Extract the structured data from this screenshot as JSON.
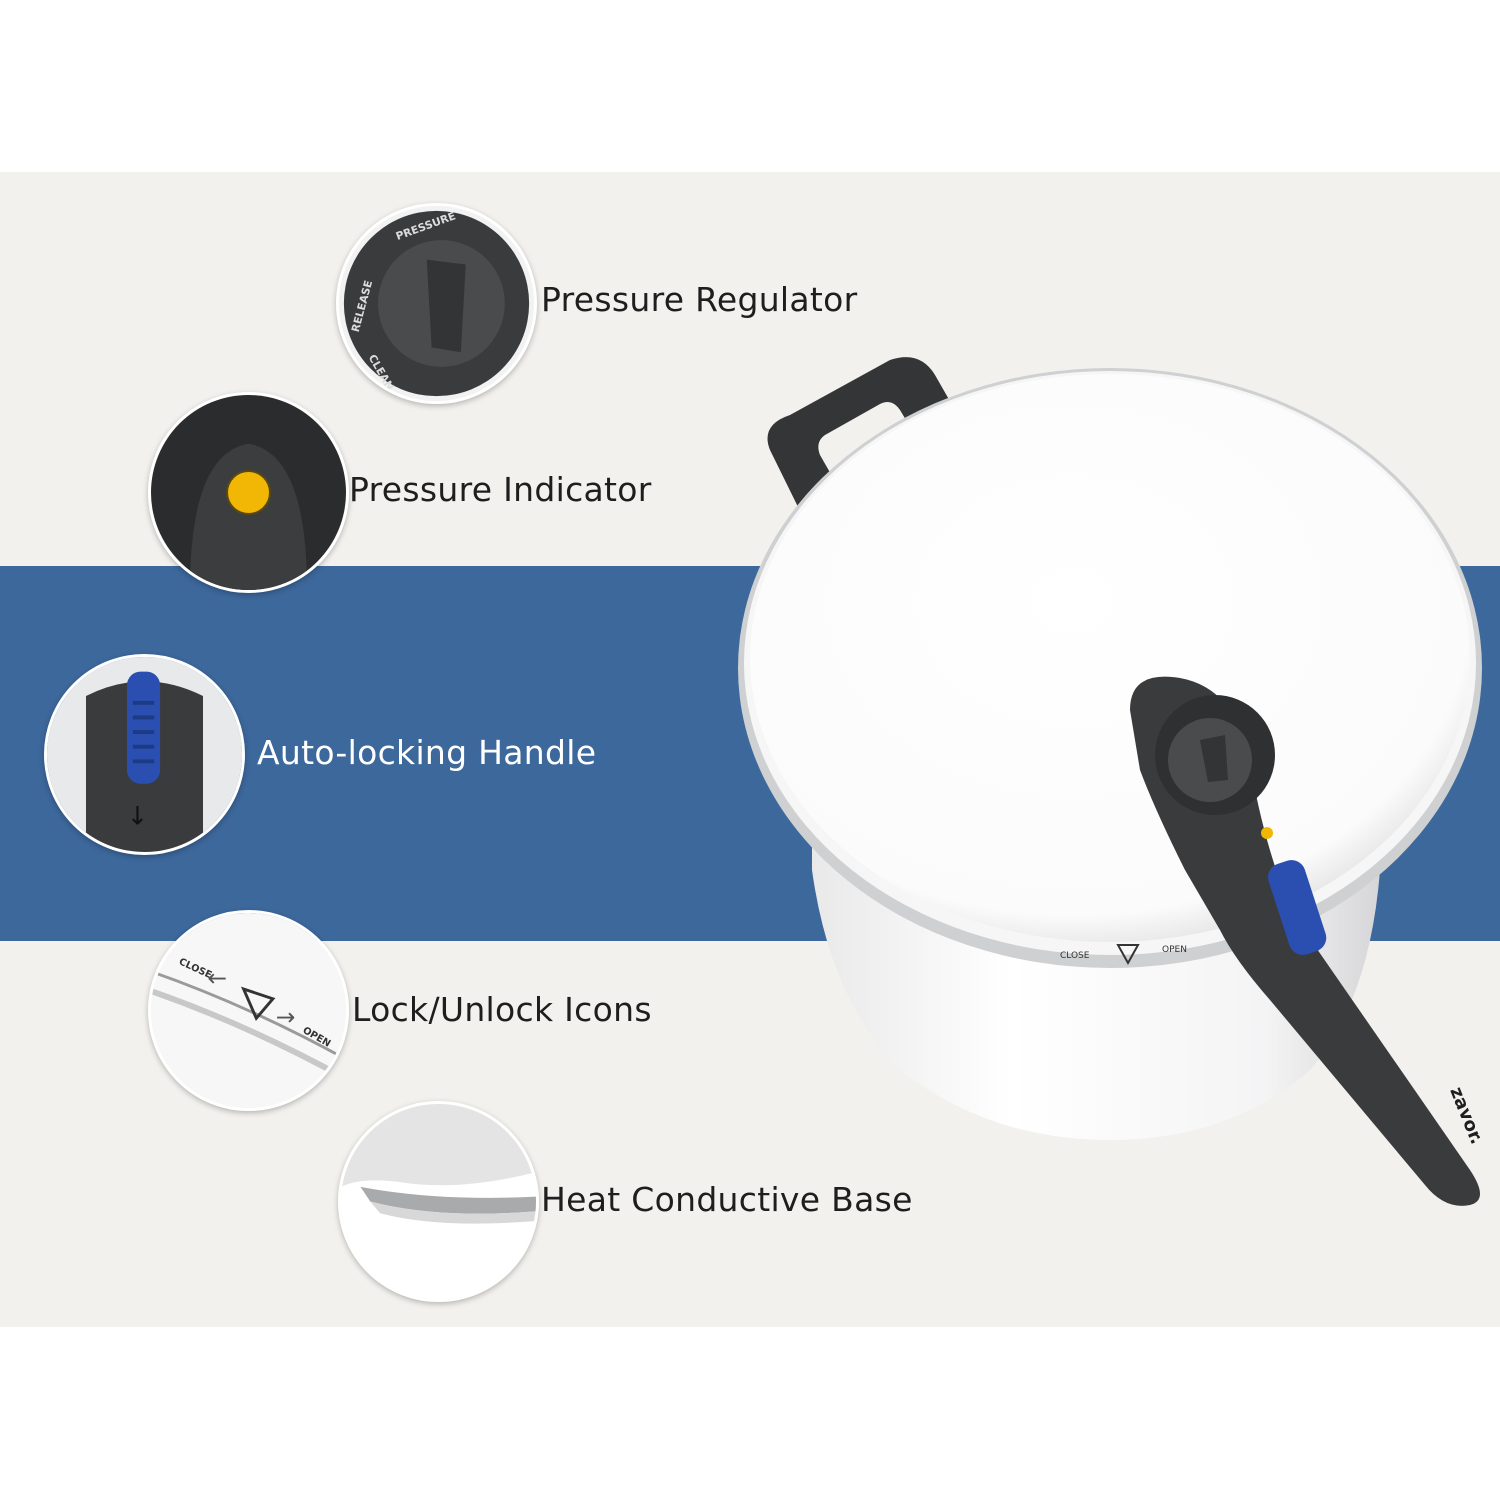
{
  "features": [
    {
      "label": "Pressure Regulator",
      "icon": "pressure-regulator-icon"
    },
    {
      "label": "Pressure Indicator",
      "icon": "pressure-indicator-icon"
    },
    {
      "label": "Auto-locking Handle",
      "icon": "auto-locking-handle-icon"
    },
    {
      "label": "Lock/Unlock Icons",
      "icon": "lock-unlock-icons-icon"
    },
    {
      "label": "Heat Conductive Base",
      "icon": "heat-conductive-base-icon"
    }
  ],
  "knob_markings": {
    "pressure": "PRESSURE",
    "release": "RELEASE",
    "clean": "CLEAN"
  },
  "lid_markings": {
    "close": "CLOSE",
    "open": "OPEN"
  },
  "brand": "zavor.",
  "colors": {
    "panel": "#f3f1ed",
    "band": "#3d689c",
    "accent_blue": "#2a4fb0",
    "indicator": "#f2b705",
    "handle": "#3a3b3d"
  }
}
